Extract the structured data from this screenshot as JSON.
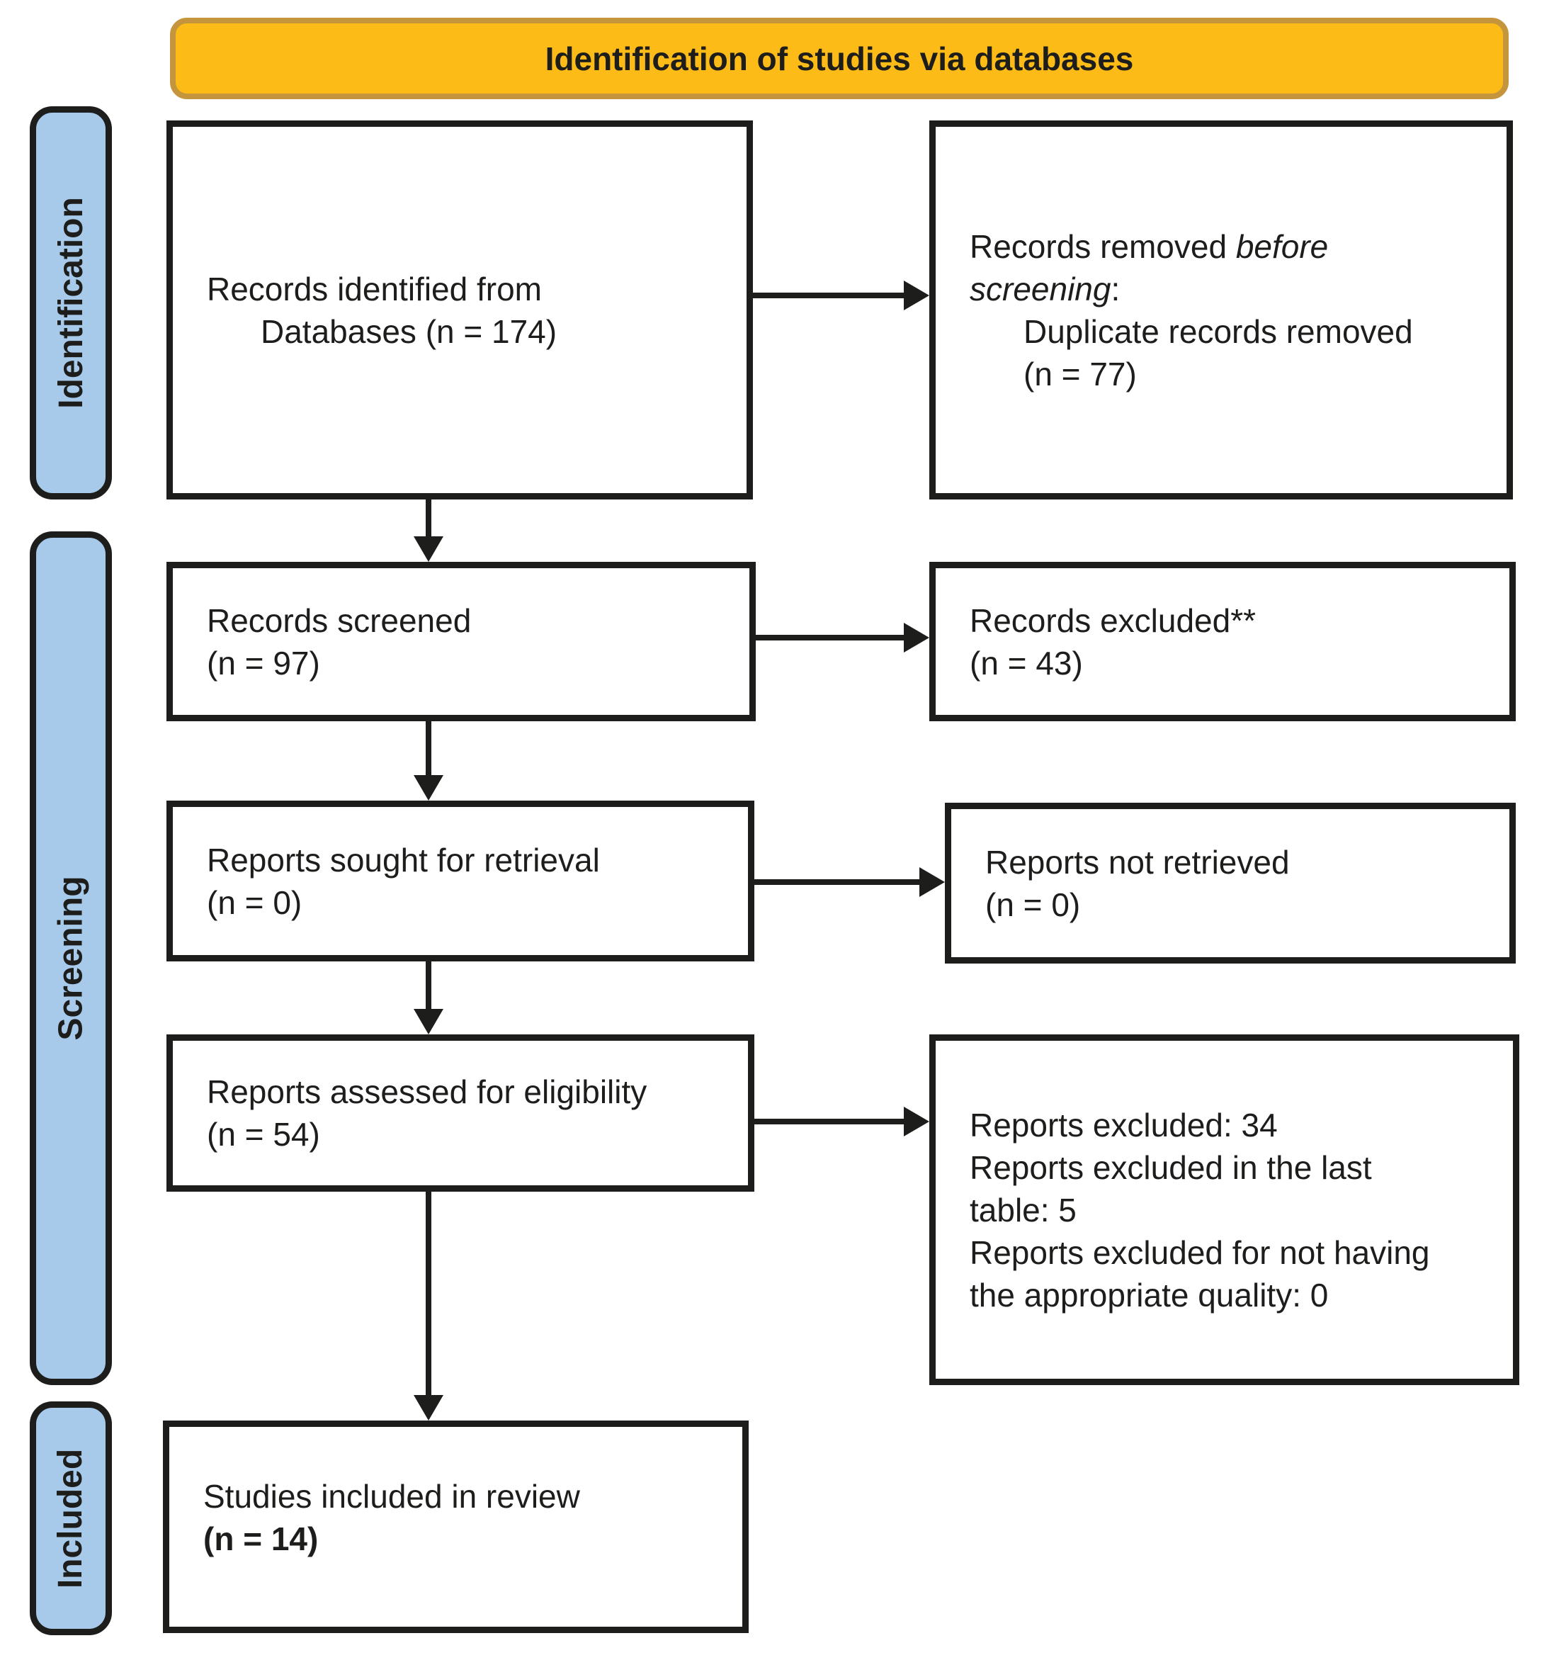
{
  "banner": {
    "title": "Identification of studies via databases"
  },
  "sidebar": {
    "stages": [
      {
        "label": "Identification"
      },
      {
        "label": "Screening"
      },
      {
        "label": "Included"
      }
    ]
  },
  "flow": {
    "identified": {
      "line1": "Records identified from",
      "line2": "Databases (n = 174)"
    },
    "removed": {
      "line1_text": "Records removed ",
      "line1_italic": "before",
      "line2_italic": "screening",
      "line2_colon": ":",
      "line3": "Duplicate records removed",
      "line4": "(n = 77)"
    },
    "screened": {
      "line1": "Records screened",
      "line2": "(n = 97)"
    },
    "excluded": {
      "line1": "Records excluded**",
      "line2": "(n = 43)"
    },
    "sought": {
      "line1": "Reports sought for retrieval",
      "line2": "(n = 0)"
    },
    "not_retrieved": {
      "line1": "Reports not retrieved",
      "line2": "(n = 0)"
    },
    "assessed": {
      "line1": "Reports assessed for eligibility",
      "line2": "(n = 54)"
    },
    "reports_excluded": {
      "display_lines": [
        "Reports excluded: 34",
        "Reports excluded in the last",
        "table: 5",
        "Reports excluded for not having",
        "the appropriate quality: 0"
      ]
    },
    "included_review": {
      "line1": "Studies included in review",
      "line2": "(n = 14)"
    }
  },
  "counts": {
    "records_identified": 174,
    "duplicates_removed": 77,
    "records_screened": 97,
    "records_excluded": 43,
    "reports_sought": 0,
    "reports_not_retrieved": 0,
    "reports_assessed": 54,
    "reports_excluded": 34,
    "reports_excluded_last_table": 5,
    "reports_excluded_quality": 0,
    "studies_included": 14
  },
  "colors": {
    "banner_fill": "#fcbb17",
    "banner_border": "#c5953d",
    "stage_fill": "#a7c9ea",
    "line_color": "#1d1d1b"
  }
}
